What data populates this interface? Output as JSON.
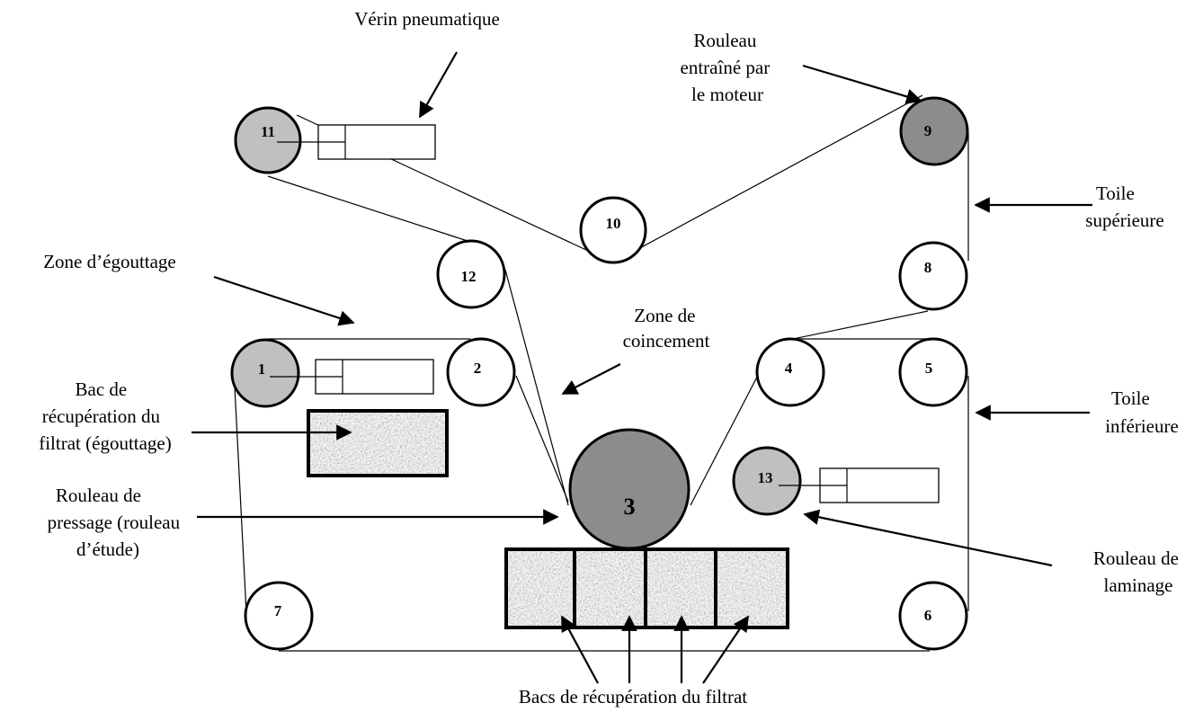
{
  "colors": {
    "roller_white": "#ffffff",
    "roller_light": "#c0c0c0",
    "roller_dark": "#8c8c8c",
    "stroke": "#000000"
  },
  "rollers": {
    "r1": "1",
    "r2": "2",
    "r3": "3",
    "r4": "4",
    "r5": "5",
    "r6": "6",
    "r7": "7",
    "r8": "8",
    "r9": "9",
    "r10": "10",
    "r11": "11",
    "r12": "12",
    "r13": "13"
  },
  "labels": {
    "verin": "Vérin pneumatique",
    "rouleau_moteur": [
      "Rouleau",
      "entraîné par",
      "le moteur"
    ],
    "toile_sup": [
      "Toile",
      "supérieure"
    ],
    "zone_egouttage": "Zone d’égouttage",
    "zone_coincement": [
      "Zone de",
      "coincement"
    ],
    "bac_egouttage": [
      "Bac de",
      "récupération du",
      "filtrat (égouttage)"
    ],
    "toile_inf": [
      "Toile",
      "inférieure"
    ],
    "rouleau_pressage": [
      "Rouleau de",
      "pressage (rouleau",
      "d’étude)"
    ],
    "rouleau_laminage": [
      "Rouleau de",
      "laminage"
    ],
    "bacs_filtrat": "Bacs de récupération du filtrat"
  }
}
